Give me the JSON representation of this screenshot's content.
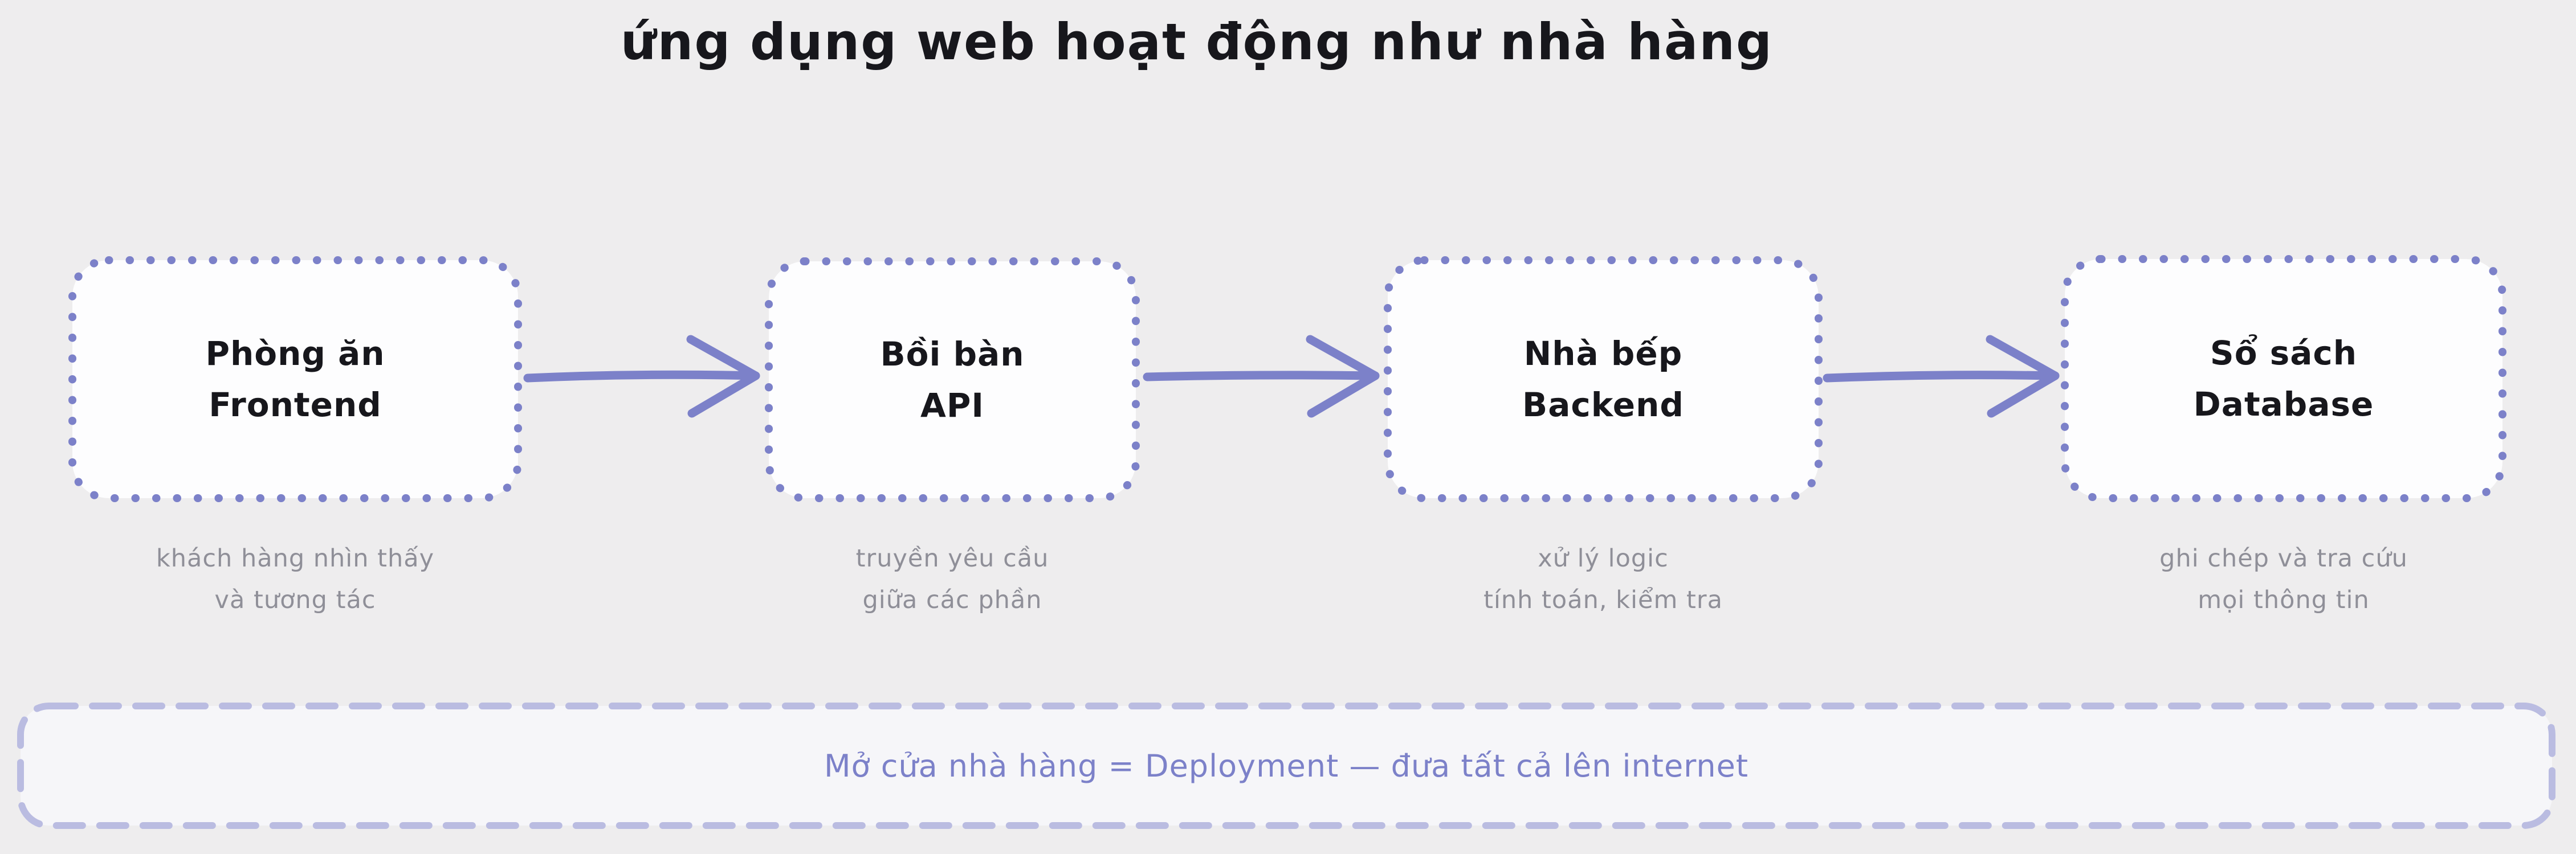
{
  "title": "ứng dụng web hoạt động như nhà hàng",
  "nodes": [
    {
      "name": "Phòng ăn",
      "tech": "Frontend",
      "caption_line1": "khách hàng nhìn thấy",
      "caption_line2": "và tương tác"
    },
    {
      "name": "Bồi bàn",
      "tech": "API",
      "caption_line1": "truyền yêu cầu",
      "caption_line2": "giữa các phần"
    },
    {
      "name": "Nhà bếp",
      "tech": "Backend",
      "caption_line1": "xử lý logic",
      "caption_line2": "tính toán, kiểm tra"
    },
    {
      "name": "Sổ sách",
      "tech": "Database",
      "caption_line1": "ghi chép và tra cứu",
      "caption_line2": "mọi thông tin"
    }
  ],
  "banner": {
    "text": "Mở cửa nhà hàng = Deployment — đưa tất cả lên internet"
  },
  "colors": {
    "background": "#eeedee",
    "node_fill": "#fdfdfe",
    "accent_purple": "#7c81c9",
    "banner_fill": "#f6f6f9",
    "banner_border": "#babce1",
    "caption_gray": "#8f8f98",
    "title_ink": "#17171c"
  }
}
